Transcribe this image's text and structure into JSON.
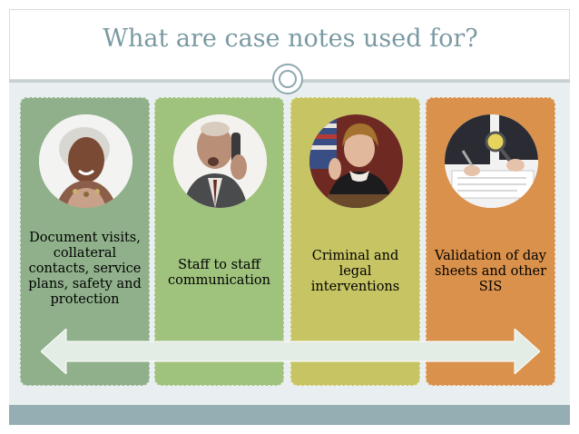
{
  "slide": {
    "title": "What are case notes used for?"
  },
  "cards": [
    {
      "text": "Document visits, collateral contacts, service plans, safety and protection",
      "image": "smiling-woman-photo"
    },
    {
      "text": "Staff to staff communication",
      "image": "man-on-phone-photo"
    },
    {
      "text": "Criminal and legal interventions",
      "image": "judge-photo"
    },
    {
      "text": "Validation of day sheets and other SIS",
      "image": "magnifying-glass-documents-photo"
    }
  ],
  "colors": {
    "title": "#7a9aa3",
    "card1": "#8fb08a",
    "card2": "#9fc27d",
    "card3": "#c6c463",
    "card4": "#d9914b",
    "footer": "#94aeb4",
    "arrow": "#e4ece6"
  }
}
